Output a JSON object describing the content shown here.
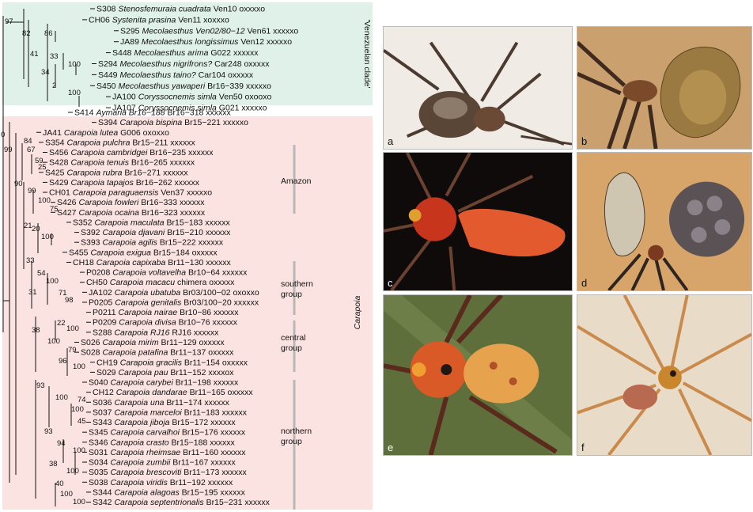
{
  "taxa": [
    {
      "code": "S308",
      "genus": "Stenosfemuraia",
      "species": "cuadrata",
      "rest": "Ven10 oxxxxo"
    },
    {
      "code": "CH06",
      "genus": "Systenita",
      "species": "prasina",
      "rest": "Ven11 xoxxxo"
    },
    {
      "code": "S295",
      "genus": "Mecolaesthus",
      "species": "Ven02/80−12",
      "rest": "Ven61 xxxxxo"
    },
    {
      "code": "JA89",
      "genus": "Mecolaesthus",
      "species": "longissimus",
      "rest": "Ven12 xxxxxo"
    },
    {
      "code": "S448",
      "genus": "Mecolaesthus",
      "species": "arima",
      "rest": "G022 xxxxxx"
    },
    {
      "code": "S294",
      "genus": "Mecolaesthus",
      "species": "nigrifrons?",
      "rest": "Car248 oxxxxx"
    },
    {
      "code": "S449",
      "genus": "Mecolaesthus",
      "species": "taino?",
      "rest": "Car104 oxxxxx"
    },
    {
      "code": "S450",
      "genus": "Mecolaesthus",
      "species": "yawaperi",
      "rest": "Br16−339 xxxxxo"
    },
    {
      "code": "JA100",
      "genus": "Coryssocnemis",
      "species": "simla",
      "rest": "Ven50 oxooxo"
    },
    {
      "code": "JA107",
      "genus": "Coryssocnemis",
      "species": "simla",
      "rest": "G021 xxxxxo"
    },
    {
      "code": "S414",
      "genus": "Aymaria",
      "species": "Br16−188",
      "rest": "Br16−318 xxxxxx"
    },
    {
      "code": "S394",
      "genus": "Carapoia",
      "species": "bispina",
      "rest": "Br15−221 xxxxxo"
    },
    {
      "code": "JA41",
      "genus": "Carapoia",
      "species": "lutea",
      "rest": "G006 oxoxxo"
    },
    {
      "code": "S354",
      "genus": "Carapoia",
      "species": "pulchra",
      "rest": "Br15−211 xxxxxx"
    },
    {
      "code": "S456",
      "genus": "Carapoia",
      "species": "cambridgei",
      "rest": "Br16−235 xxxxxx"
    },
    {
      "code": "S428",
      "genus": "Carapoia",
      "species": "tenuis",
      "rest": "Br16−265 xxxxxx"
    },
    {
      "code": "S425",
      "genus": "Carapoia",
      "species": "rubra",
      "rest": "Br16−271 xxxxxx"
    },
    {
      "code": "S429",
      "genus": "Carapoia",
      "species": "tapajos",
      "rest": "Br16−262 xxxxxx"
    },
    {
      "code": "CH01",
      "genus": "Carapoia",
      "species": "paraguaensis",
      "rest": "Ven37 xxxxxo"
    },
    {
      "code": "S426",
      "genus": "Carapoia",
      "species": "fowleri",
      "rest": "Br16−333 xxxxxx"
    },
    {
      "code": "S427",
      "genus": "Carapoia",
      "species": "ocaina",
      "rest": "Br16−323 xxxxxx"
    },
    {
      "code": "S352",
      "genus": "Carapoia",
      "species": "maculata",
      "rest": "Br15−183 xxxxxx"
    },
    {
      "code": "S392",
      "genus": "Carapoia",
      "species": "djavani",
      "rest": "Br15−210 xxxxxx"
    },
    {
      "code": "S393",
      "genus": "Carapoia",
      "species": "agilis",
      "rest": "Br15−222 xxxxxx"
    },
    {
      "code": "S455",
      "genus": "Carapoia",
      "species": "exigua",
      "rest": "Br15−184 oxxxxx"
    },
    {
      "code": "CH18",
      "genus": "Carapoia",
      "species": "capixaba",
      "rest": "Br11−130 xxxxxx"
    },
    {
      "code": "P0208",
      "genus": "Carapoia",
      "species": "voltavelha",
      "rest": "Br10−64 xxxxxx"
    },
    {
      "code": "CH50",
      "genus": "Carapoia",
      "species": "macacu",
      "rest": "chimera oxxxxx"
    },
    {
      "code": "JA102",
      "genus": "Carapoia",
      "species": "ubatuba",
      "rest": "Br03/100−02 oxoxxo"
    },
    {
      "code": "P0205",
      "genus": "Carapoia",
      "species": "genitalis",
      "rest": "Br03/100−20 xxxxxx"
    },
    {
      "code": "P0211",
      "genus": "Carapoia",
      "species": "nairae",
      "rest": "Br10−86 xxxxxx"
    },
    {
      "code": "P0209",
      "genus": "Carapoia",
      "species": "divisa",
      "rest": "Br10−76 xxxxxx"
    },
    {
      "code": "S288",
      "genus": "Carapoia",
      "species": "RJ16",
      "rest": "RJ16 xxxxxx"
    },
    {
      "code": "S026",
      "genus": "Carapoia",
      "species": "mirim",
      "rest": "Br11−129 oxxxxx"
    },
    {
      "code": "S028",
      "genus": "Carapoia",
      "species": "patafina",
      "rest": "Br11−137 oxxxxx"
    },
    {
      "code": "CH19",
      "genus": "Carapoia",
      "species": "gracilis",
      "rest": "Br11−154 oxxxxx"
    },
    {
      "code": "S029",
      "genus": "Carapoia",
      "species": "pau",
      "rest": "Br11−152 xxxxox"
    },
    {
      "code": "S040",
      "genus": "Carapoia",
      "species": "carybei",
      "rest": "Br11−198 xxxxxx"
    },
    {
      "code": "CH12",
      "genus": "Carapoia",
      "species": "dandarae",
      "rest": "Br11−165 oxxxxx"
    },
    {
      "code": "S036",
      "genus": "Carapoia",
      "species": "una",
      "rest": "Br11−174 xxxxxx"
    },
    {
      "code": "S037",
      "genus": "Carapoia",
      "species": "marceloi",
      "rest": "Br11−183 xxxxxx"
    },
    {
      "code": "S343",
      "genus": "Carapoia",
      "species": "jiboja",
      "rest": "Br15−172 xxxxxx"
    },
    {
      "code": "S345",
      "genus": "Carapoia",
      "species": "carvalhoi",
      "rest": "Br15−176 xxxxxx"
    },
    {
      "code": "S346",
      "genus": "Carapoia",
      "species": "crasto",
      "rest": "Br15−188 xxxxxx"
    },
    {
      "code": "S031",
      "genus": "Carapoia",
      "species": "rheimsae",
      "rest": "Br11−160 xxxxxx"
    },
    {
      "code": "S034",
      "genus": "Carapoia",
      "species": "zumbii",
      "rest": "Br11−167 xxxxxx"
    },
    {
      "code": "S035",
      "genus": "Carapoia",
      "species": "brescoviti",
      "rest": "Br11−173 xxxxxx"
    },
    {
      "code": "S038",
      "genus": "Carapoia",
      "species": "viridis",
      "rest": "Br11−192 xxxxxx"
    },
    {
      "code": "S344",
      "genus": "Carapoia",
      "species": "alagoas",
      "rest": "Br15−195 xxxxxx"
    },
    {
      "code": "S342",
      "genus": "Carapoia",
      "species": "septentrionalis",
      "rest": "Br15−231 xxxxxx"
    }
  ],
  "support_values": [
    "97",
    "82",
    "86",
    "41",
    "33",
    "100",
    "34",
    "2",
    "100",
    "0",
    "99",
    "84",
    "67",
    "59",
    "25",
    "90",
    "99",
    "100",
    "75",
    "21",
    "20",
    "100",
    "33",
    "54",
    "100",
    "71",
    "98",
    "31",
    "22",
    "100",
    "38",
    "100",
    "79",
    "96",
    "100",
    "93",
    "100",
    "74",
    "100",
    "45",
    "93",
    "94",
    "100",
    "38",
    "100",
    "40",
    "100",
    "100"
  ],
  "clade_labels": {
    "venezuelan": "'Venezuelan clade'",
    "carapoia": "Carapoia",
    "amazon": "Amazon",
    "southern": "southern group",
    "central": "central group",
    "northern": "northern group"
  },
  "colors": {
    "venezuelan_bg": "#dff1e8",
    "carapoia_bg": "#fbe3e1",
    "group_bar": "#b8b8b8"
  },
  "photo_labels": [
    "a",
    "b",
    "c",
    "d",
    "e",
    "f"
  ]
}
